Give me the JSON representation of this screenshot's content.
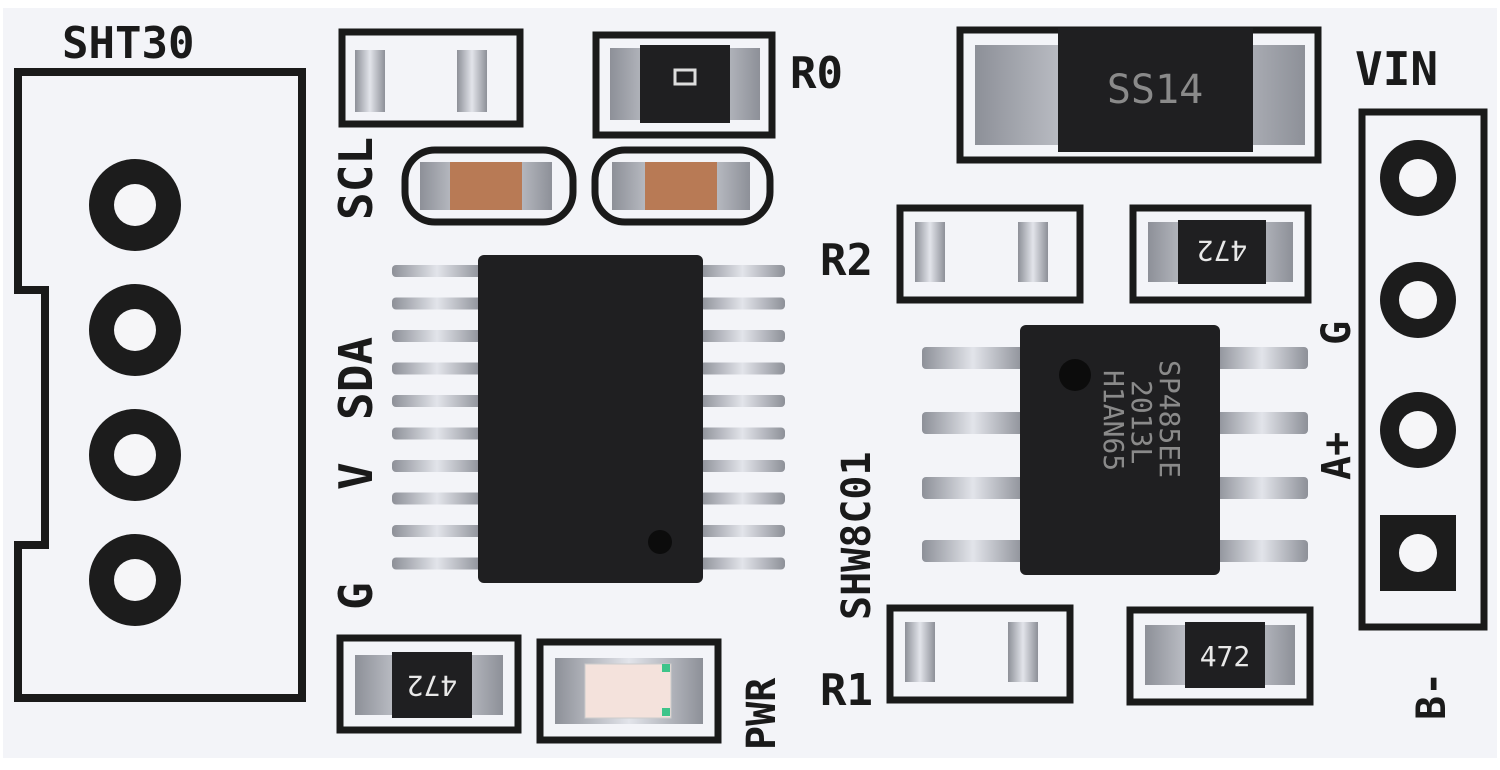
{
  "board": {
    "connector_label": "SHT30",
    "pin_labels_left": [
      "SCL",
      "SDA",
      "V",
      "G"
    ],
    "resistor_labels": [
      "R0",
      "R2",
      "R1"
    ],
    "power_label": "VIN",
    "header_labels": [
      "G",
      "A+",
      "B-"
    ],
    "led_label": "PWR",
    "board_name": "SHW8C01",
    "diode_marking": "SS14",
    "resistor_marking_1": "472",
    "resistor_marking_2": "472",
    "resistor_marking_3": "472",
    "transceiver_line1": "SP485EE",
    "transceiver_line2": "2013L",
    "transceiver_line3": "H1AN65"
  },
  "colors": {
    "board": "#f3f4f8",
    "silkscreen": "#1a1a1a",
    "chip": "#1f1f21",
    "pad": "#b8bcc4",
    "capacitor": "#b87a55"
  }
}
